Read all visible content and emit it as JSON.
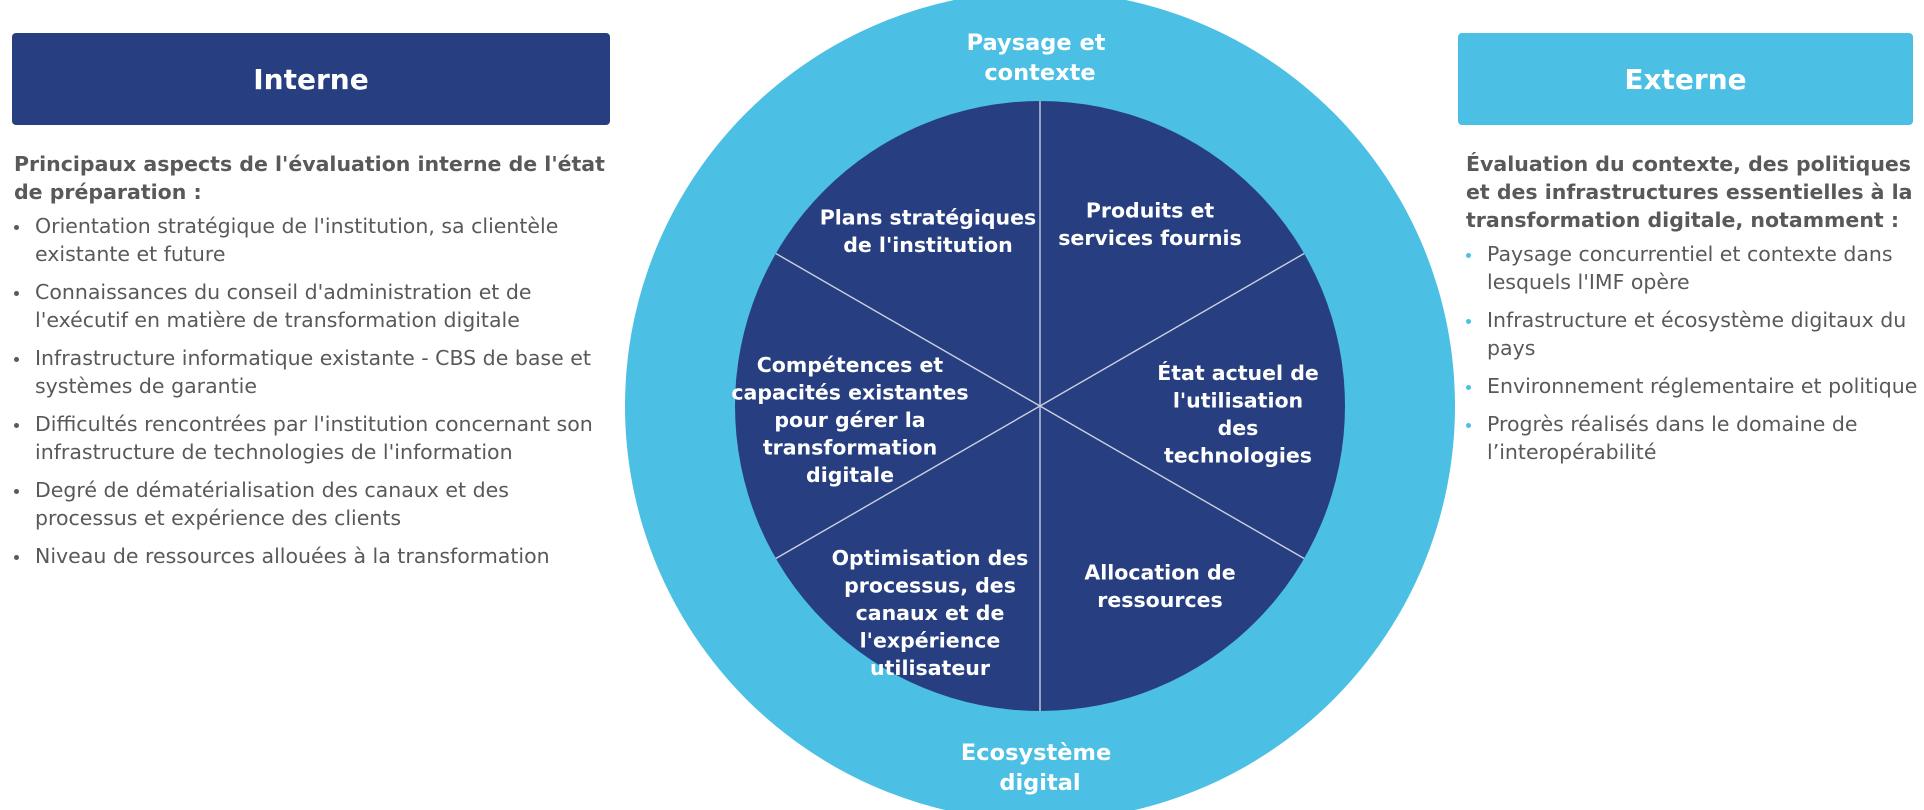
{
  "colors": {
    "dark_blue": "#273f80",
    "light_blue": "#4cbfe5",
    "text_gray": "#595959",
    "white": "#ffffff"
  },
  "left": {
    "header": "Interne",
    "intro": "Principaux aspects de l'évaluation interne de l'état de préparation :",
    "items": [
      "Orientation stratégique de l'institution, sa clientèle existante et future",
      "Connaissances du conseil d'administration et de l'exécutif en matière de transformation digitale",
      "Infrastructure informatique existante - CBS de base et systèmes de garantie",
      "Difficultés rencontrées par l'institution concernant son infrastructure de technologies de l'information",
      "Degré de dématérialisation des canaux et des processus et expérience des clients",
      "Niveau de ressources allouées à la transformation"
    ]
  },
  "right": {
    "header": "Externe",
    "intro": "Évaluation du contexte, des politiques et des infrastructures essentielles à la transformation digitale, notamment :",
    "items": [
      "Paysage concurrentiel et contexte dans lesquels l'IMF opère",
      "Infrastructure et écosystème digitaux du pays",
      "Environnement réglementaire et politique",
      "Progrès réalisés dans le domaine de l’interopérabilité"
    ]
  },
  "wheel": {
    "outer_top": [
      "Paysage et",
      "contexte"
    ],
    "outer_bottom": [
      "Ecosystème",
      "digital"
    ],
    "segments": [
      {
        "lines": [
          "Plans stratégiques",
          "de l'institution"
        ]
      },
      {
        "lines": [
          "Produits et",
          "services fournis"
        ]
      },
      {
        "lines": [
          "État actuel de",
          "l'utilisation",
          "des",
          "technologies"
        ]
      },
      {
        "lines": [
          "Allocation de",
          "ressources"
        ]
      },
      {
        "lines": [
          "Optimisation des",
          "processus, des",
          "canaux et de",
          "l'expérience",
          "utilisateur"
        ]
      },
      {
        "lines": [
          "Compétences et",
          "capacités existantes",
          "pour gérer la",
          "transformation",
          "digitale"
        ]
      }
    ]
  }
}
